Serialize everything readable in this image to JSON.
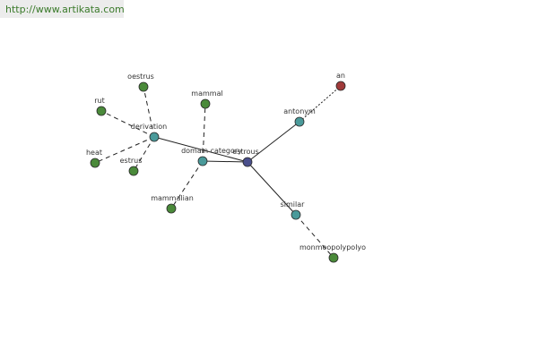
{
  "url": "http://www.artikata.com",
  "colors": {
    "center": "#4a4f8c",
    "relation": "#4a9a9a",
    "word": "#4a8a3a",
    "antonym_word": "#a03a3a",
    "edge": "#222222"
  },
  "graph": {
    "nodes": [
      {
        "id": "estrous",
        "label": "estrous",
        "kind": "center"
      },
      {
        "id": "derivation",
        "label": "derivation",
        "kind": "relation"
      },
      {
        "id": "domain_category",
        "label": "domain category",
        "kind": "relation"
      },
      {
        "id": "antonym",
        "label": "antonym",
        "kind": "relation"
      },
      {
        "id": "similar",
        "label": "similar",
        "kind": "relation"
      },
      {
        "id": "oestrus",
        "label": "oestrus",
        "kind": "word"
      },
      {
        "id": "rut",
        "label": "rut",
        "kind": "word"
      },
      {
        "id": "heat",
        "label": "heat",
        "kind": "word"
      },
      {
        "id": "estrus",
        "label": "estrus",
        "kind": "word"
      },
      {
        "id": "mammal",
        "label": "mammal",
        "kind": "word"
      },
      {
        "id": "mammalian",
        "label": "mammalian",
        "kind": "word"
      },
      {
        "id": "an",
        "label": "an",
        "kind": "antonym_word"
      },
      {
        "id": "monmoopolypolyo",
        "label": "monmoopolypolyo",
        "kind": "word"
      }
    ],
    "edges": [
      {
        "from": "estrous",
        "to": "derivation",
        "style": "solid"
      },
      {
        "from": "estrous",
        "to": "domain_category",
        "style": "solid"
      },
      {
        "from": "estrous",
        "to": "antonym",
        "style": "solid"
      },
      {
        "from": "estrous",
        "to": "similar",
        "style": "solid"
      },
      {
        "from": "derivation",
        "to": "oestrus",
        "style": "dashed"
      },
      {
        "from": "derivation",
        "to": "rut",
        "style": "dashed"
      },
      {
        "from": "derivation",
        "to": "heat",
        "style": "dashed"
      },
      {
        "from": "derivation",
        "to": "estrus",
        "style": "dashed"
      },
      {
        "from": "domain_category",
        "to": "mammal",
        "style": "dashed"
      },
      {
        "from": "domain_category",
        "to": "mammalian",
        "style": "dashed"
      },
      {
        "from": "antonym",
        "to": "an",
        "style": "dotted"
      },
      {
        "from": "similar",
        "to": "monmoopolypolyo",
        "style": "dashed"
      }
    ]
  }
}
